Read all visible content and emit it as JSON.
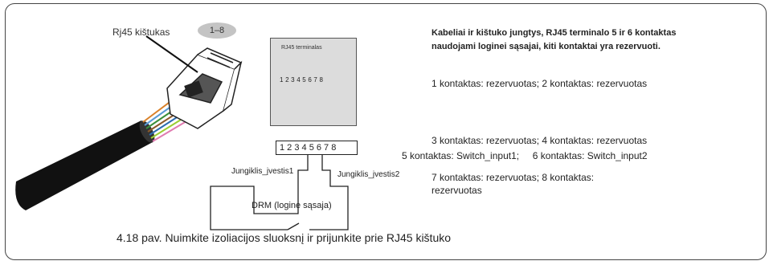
{
  "plug": {
    "label": "Rj45 kištukas",
    "pin_badge": "1–8"
  },
  "terminal": {
    "title": "RJ45 terminalas",
    "pin_numbers_small": "1 2 3 4 5 6 7 8",
    "pin_numbers": "1 2 3 4 5 6 7 8"
  },
  "switches": {
    "input1": "Jungiklis_įvestis1",
    "input2": "Jungiklis_įvestis2"
  },
  "drm_label": "DRM (loginė sąsaja)",
  "description": {
    "heading": "Kabeliai ir kištuko jungtys, RJ45 terminalo 5 ir 6 kontaktas naudojami loginei sąsajai, kiti kontaktai yra rezervuoti.",
    "contacts_1_2": "1 kontaktas: rezervuotas; 2 kontaktas: rezervuotas",
    "contacts_3_4": "3 kontaktas: rezervuotas; 4 kontaktas: rezervuotas",
    "contacts_5_6": "5 kontaktas: Switch_input1;     6 kontaktas: Switch_input2",
    "contacts_7_8": "7 kontaktas: rezervuotas; 8 kontaktas: rezervuotas"
  },
  "caption": "4.18 pav. Nuimkite izoliacijos sluoksnį ir prijunkite prie RJ45 kištuko",
  "colors": {
    "frame": "#444444",
    "terminal_fill": "#dcdcdc",
    "badge_fill": "#c4c4c4",
    "cable": "#111111"
  }
}
